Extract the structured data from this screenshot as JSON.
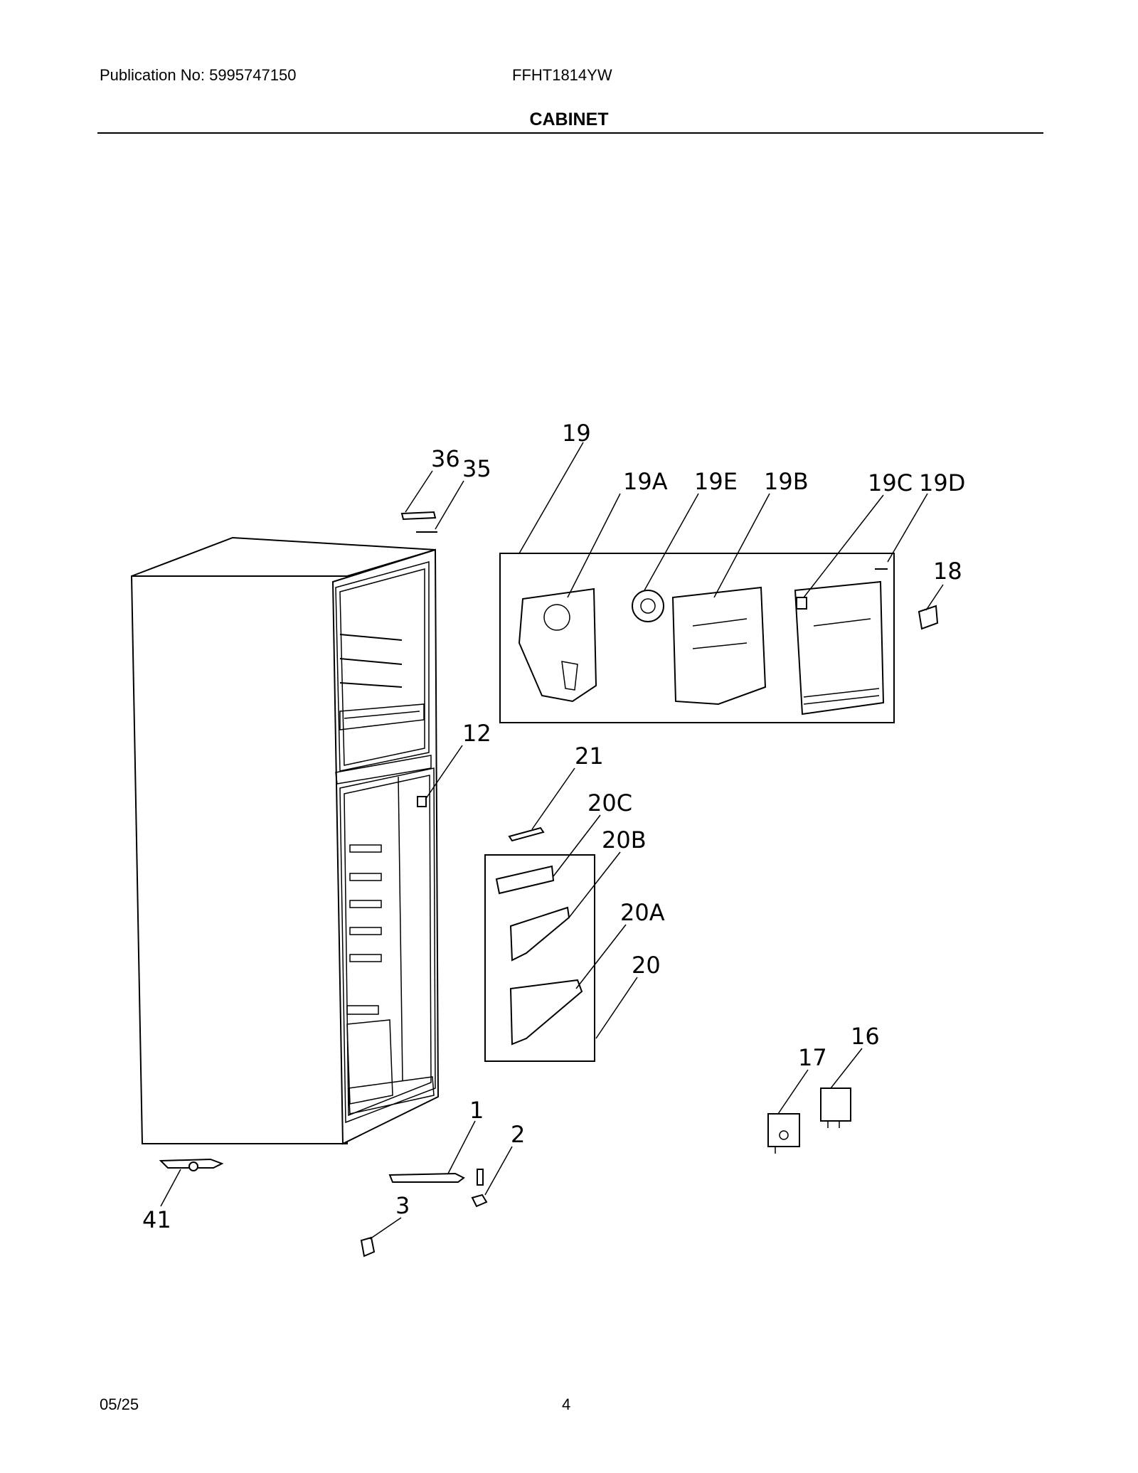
{
  "header": {
    "publication": "Publication No: 5995747150",
    "model": "FFHT1814YW",
    "section": "CABINET"
  },
  "footer": {
    "date": "05/25",
    "page": "4"
  },
  "callouts": {
    "c36": "36",
    "c35": "35",
    "c19": "19",
    "c19A": "19A",
    "c19E": "19E",
    "c19B": "19B",
    "c19C": "19C",
    "c19D": "19D",
    "c18": "18",
    "c12": "12",
    "c21": "21",
    "c20C": "20C",
    "c20B": "20B",
    "c20A": "20A",
    "c20": "20",
    "c16": "16",
    "c17": "17",
    "c1": "1",
    "c2": "2",
    "c3": "3",
    "c41": "41"
  }
}
